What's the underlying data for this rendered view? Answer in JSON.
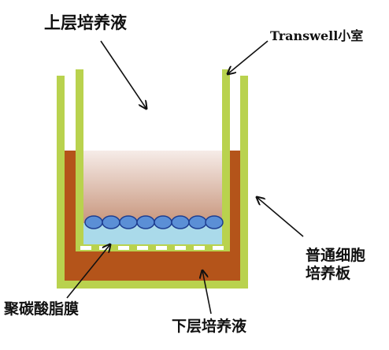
{
  "labels": {
    "upper_medium": "上层培养液",
    "transwell_chamber": "Transwell小室",
    "plate_line1": "普通细胞",
    "plate_line2": "培养板",
    "membrane": "聚碳酸脂膜",
    "lower_medium": "下层培养液"
  },
  "colors": {
    "wall_green": "#b9d24e",
    "lower_medium": "#b4541a",
    "upper_medium_top": "#f3e5de",
    "upper_medium_bottom": "#c99b84",
    "cell_fill": "#5b8fd6",
    "cell_stroke": "#1e3e91",
    "membrane_blue": "#aadaea",
    "text": "#111111"
  }
}
